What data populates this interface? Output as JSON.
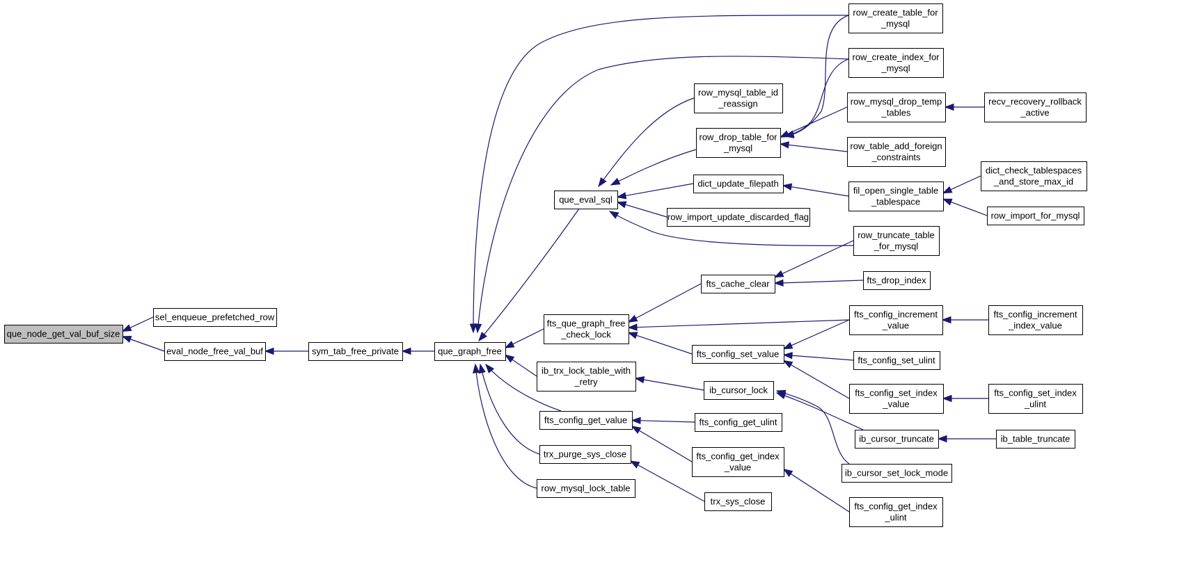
{
  "graph": {
    "nodes": [
      {
        "id": "root",
        "label": [
          "que_node_get_val_buf_size"
        ],
        "root": true
      },
      {
        "id": "sel_enq",
        "label": [
          "sel_enqueue_prefetched_row"
        ]
      },
      {
        "id": "eval_free",
        "label": [
          "eval_node_free_val_buf"
        ]
      },
      {
        "id": "sym_tab",
        "label": [
          "sym_tab_free_private"
        ]
      },
      {
        "id": "que_graph",
        "label": [
          "que_graph_free"
        ]
      },
      {
        "id": "que_eval",
        "label": [
          "que_eval_sql"
        ]
      },
      {
        "id": "fts_que_graph",
        "label": [
          "fts_que_graph_free",
          "_check_lock"
        ]
      },
      {
        "id": "ib_trx_lock",
        "label": [
          "ib_trx_lock_table_with",
          "_retry"
        ]
      },
      {
        "id": "fts_cfg_get_val",
        "label": [
          "fts_config_get_value"
        ]
      },
      {
        "id": "trx_purge",
        "label": [
          "trx_purge_sys_close"
        ]
      },
      {
        "id": "row_mysql_lock",
        "label": [
          "row_mysql_lock_table"
        ]
      },
      {
        "id": "row_mysql_table_id",
        "label": [
          "row_mysql_table_id",
          "_reassign"
        ]
      },
      {
        "id": "row_drop_table",
        "label": [
          "row_drop_table_for",
          "_mysql"
        ]
      },
      {
        "id": "dict_update",
        "label": [
          "dict_update_filepath"
        ]
      },
      {
        "id": "row_import_upd",
        "label": [
          "row_import_update_discarded_flag"
        ]
      },
      {
        "id": "fts_cache_clear",
        "label": [
          "fts_cache_clear"
        ]
      },
      {
        "id": "fts_cfg_set_val",
        "label": [
          "fts_config_set_value"
        ]
      },
      {
        "id": "ib_cursor_lock",
        "label": [
          "ib_cursor_lock"
        ]
      },
      {
        "id": "fts_cfg_get_ulint",
        "label": [
          "fts_config_get_ulint"
        ]
      },
      {
        "id": "fts_cfg_get_idx_val",
        "label": [
          "fts_config_get_index",
          "_value"
        ]
      },
      {
        "id": "trx_sys_close",
        "label": [
          "trx_sys_close"
        ]
      },
      {
        "id": "row_create_table",
        "label": [
          "row_create_table_for",
          "_mysql"
        ]
      },
      {
        "id": "row_create_index",
        "label": [
          "row_create_index_for",
          "_mysql"
        ]
      },
      {
        "id": "row_mysql_drop_temp",
        "label": [
          "row_mysql_drop_temp",
          "_tables"
        ]
      },
      {
        "id": "row_table_add_fk",
        "label": [
          "row_table_add_foreign",
          "_constraints"
        ]
      },
      {
        "id": "fil_open",
        "label": [
          "fil_open_single_table",
          "_tablespace"
        ]
      },
      {
        "id": "row_truncate",
        "label": [
          "row_truncate_table",
          "_for_mysql"
        ]
      },
      {
        "id": "fts_drop_index",
        "label": [
          "fts_drop_index"
        ]
      },
      {
        "id": "fts_cfg_inc_val",
        "label": [
          "fts_config_increment",
          "_value"
        ]
      },
      {
        "id": "fts_cfg_set_ulint",
        "label": [
          "fts_config_set_ulint"
        ]
      },
      {
        "id": "fts_cfg_set_idx_val",
        "label": [
          "fts_config_set_index",
          "_value"
        ]
      },
      {
        "id": "ib_cursor_truncate",
        "label": [
          "ib_cursor_truncate"
        ]
      },
      {
        "id": "ib_cursor_set_lock",
        "label": [
          "ib_cursor_set_lock_mode"
        ]
      },
      {
        "id": "fts_cfg_get_idx_ulint",
        "label": [
          "fts_config_get_index",
          "_ulint"
        ]
      },
      {
        "id": "recv_recovery",
        "label": [
          "recv_recovery_rollback",
          "_active"
        ]
      },
      {
        "id": "dict_check_ts",
        "label": [
          "dict_check_tablespaces",
          "_and_store_max_id"
        ]
      },
      {
        "id": "row_import_mysql",
        "label": [
          "row_import_for_mysql"
        ]
      },
      {
        "id": "fts_cfg_inc_idx_val",
        "label": [
          "fts_config_increment",
          "_index_value"
        ]
      },
      {
        "id": "fts_cfg_set_idx_ulint",
        "label": [
          "fts_config_set_index",
          "_ulint"
        ]
      },
      {
        "id": "ib_table_truncate",
        "label": [
          "ib_table_truncate"
        ]
      }
    ],
    "edges": [
      [
        "sel_enq",
        "root"
      ],
      [
        "eval_free",
        "root"
      ],
      [
        "sym_tab",
        "eval_free"
      ],
      [
        "que_graph",
        "sym_tab"
      ],
      [
        "que_eval",
        "que_graph"
      ],
      [
        "fts_que_graph",
        "que_graph"
      ],
      [
        "ib_trx_lock",
        "que_graph"
      ],
      [
        "fts_cfg_get_val",
        "que_graph"
      ],
      [
        "trx_purge",
        "que_graph"
      ],
      [
        "row_mysql_lock",
        "que_graph"
      ],
      [
        "row_create_table",
        "que_graph"
      ],
      [
        "row_create_index",
        "que_graph"
      ],
      [
        "row_mysql_table_id",
        "que_eval"
      ],
      [
        "row_drop_table",
        "que_eval"
      ],
      [
        "dict_update",
        "que_eval"
      ],
      [
        "row_import_upd",
        "que_eval"
      ],
      [
        "row_truncate",
        "que_eval"
      ],
      [
        "row_create_table",
        "row_drop_table"
      ],
      [
        "row_create_index",
        "row_drop_table"
      ],
      [
        "row_mysql_drop_temp",
        "row_drop_table"
      ],
      [
        "row_table_add_fk",
        "row_drop_table"
      ],
      [
        "recv_recovery",
        "row_mysql_drop_temp"
      ],
      [
        "fil_open",
        "dict_update"
      ],
      [
        "dict_check_ts",
        "fil_open"
      ],
      [
        "row_import_mysql",
        "fil_open"
      ],
      [
        "fts_cache_clear",
        "fts_que_graph"
      ],
      [
        "fts_cfg_inc_val",
        "fts_que_graph"
      ],
      [
        "fts_cfg_set_val",
        "fts_que_graph"
      ],
      [
        "row_truncate",
        "fts_cache_clear"
      ],
      [
        "fts_drop_index",
        "fts_cache_clear"
      ],
      [
        "fts_cfg_inc_idx_val",
        "fts_cfg_inc_val"
      ],
      [
        "fts_cfg_inc_val",
        "fts_cfg_set_val"
      ],
      [
        "fts_cfg_set_ulint",
        "fts_cfg_set_val"
      ],
      [
        "fts_cfg_set_idx_val",
        "fts_cfg_set_val"
      ],
      [
        "fts_cfg_set_idx_ulint",
        "fts_cfg_set_idx_val"
      ],
      [
        "ib_cursor_lock",
        "ib_trx_lock"
      ],
      [
        "ib_cursor_truncate",
        "ib_cursor_lock"
      ],
      [
        "ib_cursor_set_lock",
        "ib_cursor_lock"
      ],
      [
        "ib_table_truncate",
        "ib_cursor_truncate"
      ],
      [
        "fts_cfg_get_ulint",
        "fts_cfg_get_val"
      ],
      [
        "fts_cfg_get_idx_val",
        "fts_cfg_get_val"
      ],
      [
        "fts_cfg_get_idx_ulint",
        "fts_cfg_get_idx_val"
      ],
      [
        "trx_sys_close",
        "trx_purge"
      ]
    ]
  }
}
